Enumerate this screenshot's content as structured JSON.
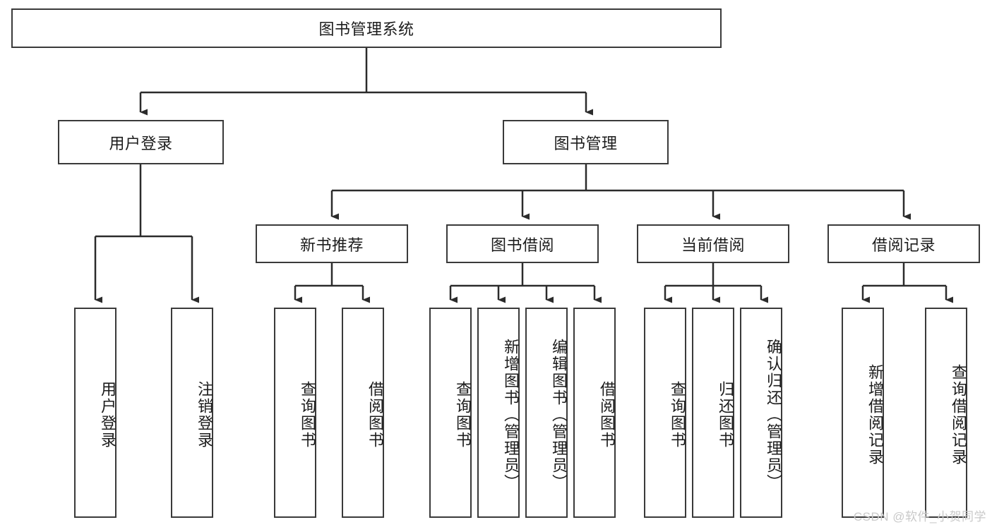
{
  "diagram": {
    "title": "图书管理系统",
    "type": "hierarchy-tree",
    "colors": {
      "box_border": "#3a3a3a",
      "box_fill": "#ffffff",
      "edge": "#2b2b2b",
      "text": "#1c1c1c",
      "watermark": "#c9c9c9"
    },
    "root": {
      "label": "图书管理系统"
    },
    "level2": [
      {
        "label": "用户登录"
      },
      {
        "label": "图书管理"
      }
    ],
    "level3": [
      {
        "label": "新书推荐"
      },
      {
        "label": "图书借阅"
      },
      {
        "label": "当前借阅"
      },
      {
        "label": "借阅记录"
      }
    ],
    "leaves": {
      "user_login": [
        {
          "label": "用户登录"
        },
        {
          "label": "注销登录"
        }
      ],
      "new_book": [
        {
          "label": "查询图书"
        },
        {
          "label": "借阅图书"
        }
      ],
      "book_borrow": [
        {
          "label": "查询图书"
        },
        {
          "label": "新增图书（管理员）"
        },
        {
          "label": "编辑图书（管理员）"
        },
        {
          "label": "借阅图书"
        }
      ],
      "current_borrow": [
        {
          "label": "查询图书"
        },
        {
          "label": "归还图书"
        },
        {
          "label": "确认归还（管理员）"
        }
      ],
      "borrow_record": [
        {
          "label": "新增借阅记录"
        },
        {
          "label": "查询借阅记录"
        }
      ]
    }
  },
  "watermark": {
    "text": "CSDN @软件_小贺同学"
  }
}
